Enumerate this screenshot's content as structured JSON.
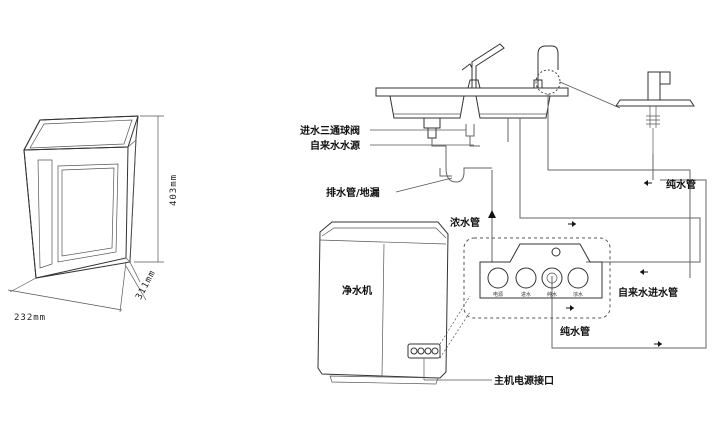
{
  "dimensions": {
    "height": "403mm",
    "depth": "311mm",
    "width": "232mm"
  },
  "labels": {
    "inlet_valve": "进水三通球阀",
    "tap_water": "自来水水源",
    "drain": "排水管/地漏",
    "concentrate": "浓水管",
    "purifier": "净水机",
    "pure_water_top": "纯水管",
    "tap_inlet": "自来水进水管",
    "pure_water_bottom": "纯水管",
    "power_port": "主机电源接口"
  },
  "ports": [
    "电源",
    "进水",
    "纯水",
    "浓水"
  ]
}
